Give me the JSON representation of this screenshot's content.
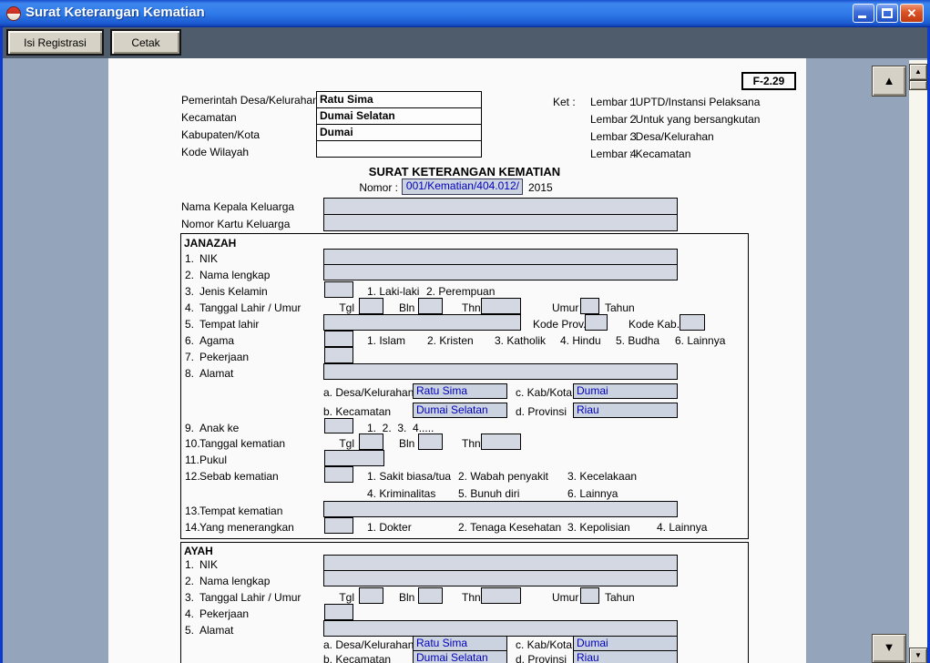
{
  "window": {
    "title": "Surat Keterangan Kematian"
  },
  "icons": {
    "app": "indonesian-flag-circle",
    "minimize": "minimize-bar",
    "maximize": "maximize-box",
    "close": "✕",
    "scroll_up": "▲",
    "scroll_down": "▼"
  },
  "colors": {
    "titlebar_blue": "#2e7ae8",
    "toolbar_gray": "#4e5c6b",
    "background_blue_gray": "#94a4ba",
    "input_fill": "#d3d8e2",
    "value_text_blue": "#0000bb",
    "close_red": "#da5226"
  },
  "toolbar": {
    "isi_registrasi": "Isi Registrasi",
    "cetak": "Cetak"
  },
  "form_code": "F-2.29",
  "header": {
    "labels": {
      "pemerintah": "Pemerintah Desa/Kelurahan",
      "kecamatan": "Kecamatan",
      "kabupaten": "Kabupaten/Kota",
      "kode_wilayah": "Kode Wilayah"
    },
    "values": {
      "pemerintah": "Ratu Sima",
      "kecamatan": "Dumai Selatan",
      "kabupaten": "Dumai",
      "kode_wilayah": ""
    }
  },
  "ket": {
    "label": "Ket :",
    "l1": "Lembar 1",
    "d1": ": UPTD/Instansi Pelaksana",
    "l2": "Lembar 2",
    "d2": ": Untuk yang bersangkutan",
    "l3": "Lembar 3",
    "d3": ": Desa/Kelurahan",
    "l4": "Lembar 4",
    "d4": ": Kecamatan"
  },
  "doc": {
    "title": "SURAT KETERANGAN KEMATIAN",
    "nomor_label": "Nomor :",
    "nomor_value": "001/Kematian/404.012/",
    "year": "2015"
  },
  "family": {
    "nama_label": "Nama Kepala Keluarga",
    "nomor_label": "Nomor Kartu Keluarga"
  },
  "janazah": {
    "section": "JANAZAH",
    "r1": {
      "n": "1.",
      "label": "NIK"
    },
    "r2": {
      "n": "2.",
      "label": "Nama lengkap"
    },
    "r3": {
      "n": "3.",
      "label": "Jenis Kelamin",
      "opt1": "1. Laki-laki",
      "opt2": "2. Perempuan"
    },
    "r4": {
      "n": "4.",
      "label": "Tanggal Lahir / Umur",
      "tgl": "Tgl",
      "bln": "Bln",
      "thn": "Thn",
      "umur": "Umur",
      "tahun": "Tahun"
    },
    "r5": {
      "n": "5.",
      "label": "Tempat lahir",
      "kode_prov": "Kode Prov.",
      "kode_kab": "Kode Kab."
    },
    "r6": {
      "n": "6.",
      "label": "Agama",
      "opts": [
        "1. Islam",
        "2. Kristen",
        "3. Katholik",
        "4. Hindu",
        "5. Budha",
        "6. Lainnya"
      ]
    },
    "r7": {
      "n": "7.",
      "label": "Pekerjaan"
    },
    "r8": {
      "n": "8.",
      "label": "Alamat",
      "a": "a. Desa/Kelurahan",
      "a_val": "Ratu Sima",
      "b": "b. Kecamatan",
      "b_val": "Dumai Selatan",
      "c": "c. Kab/Kota",
      "c_val": "Dumai",
      "d": "d. Provinsi",
      "d_val": "Riau"
    },
    "r9": {
      "n": "9.",
      "label": "Anak ke",
      "opts": "1.  2.  3.  4....."
    },
    "r10": {
      "n": "10.",
      "label": "Tanggal kematian",
      "tgl": "Tgl",
      "bln": "Bln",
      "thn": "Thn"
    },
    "r11": {
      "n": "11.",
      "label": "Pukul"
    },
    "r12": {
      "n": "12.",
      "label": "Sebab kematian",
      "line1": [
        "1. Sakit biasa/tua",
        "2. Wabah penyakit",
        "3. Kecelakaan"
      ],
      "line2": [
        "4. Kriminalitas",
        "5. Bunuh diri",
        "6. Lainnya"
      ]
    },
    "r13": {
      "n": "13.",
      "label": "Tempat kematian"
    },
    "r14": {
      "n": "14.",
      "label": "Yang menerangkan",
      "opts": [
        "1. Dokter",
        "2. Tenaga Kesehatan",
        "3. Kepolisian",
        "4. Lainnya"
      ]
    }
  },
  "ayah": {
    "section": "AYAH",
    "r1": {
      "n": "1.",
      "label": "NIK"
    },
    "r2": {
      "n": "2.",
      "label": "Nama lengkap"
    },
    "r3": {
      "n": "3.",
      "label": "Tanggal Lahir / Umur",
      "tgl": "Tgl",
      "bln": "Bln",
      "thn": "Thn",
      "umur": "Umur",
      "tahun": "Tahun"
    },
    "r4": {
      "n": "4.",
      "label": "Pekerjaan"
    },
    "r5": {
      "n": "5.",
      "label": "Alamat",
      "a": "a. Desa/Kelurahan",
      "a_val": "Ratu Sima",
      "b": "b. Kecamatan",
      "b_val": "Dumai Selatan",
      "c": "c. Kab/Kota",
      "c_val": "Dumai",
      "d": "d. Provinsi",
      "d_val": "Riau"
    }
  }
}
